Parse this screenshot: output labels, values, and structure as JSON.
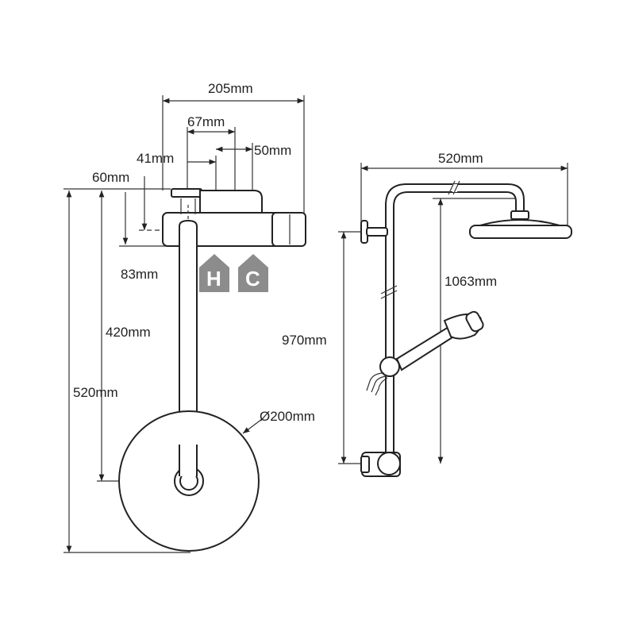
{
  "front_view": {
    "dimensions": {
      "total_width": "205mm",
      "outlet_spacing": "67mm",
      "left_offset": "41mm",
      "right_offset": "50mm",
      "top_offset": "60mm",
      "body_height": "83mm",
      "riser_length": "420mm",
      "total_height": "520mm",
      "head_diameter": "Ø200mm"
    },
    "hot_label": "H",
    "cold_label": "C"
  },
  "side_view": {
    "dimensions": {
      "arm_reach": "520mm",
      "head_height": "1063mm",
      "rail_height": "970mm"
    }
  },
  "colors": {
    "line": "#222222",
    "hc_marker": "#8c8c8c"
  }
}
